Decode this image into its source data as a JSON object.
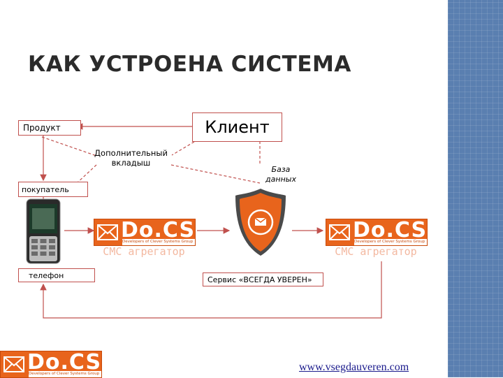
{
  "title": "КАК УСТРОЕНА СИСТЕМА",
  "nodes": {
    "client": "Клиент",
    "product": "Продукт",
    "buyer": "покупатель",
    "phone": "телефон",
    "insert": "Дополнительный вкладыш",
    "database": "База данных",
    "service": "Сервис «ВСЕГДА УВЕРЕН»"
  },
  "logos": {
    "brand": "Do.CS",
    "tagline": "Developers of Clever Systems Group",
    "sub": "СМС агрегатор"
  },
  "website": "www.vsegdauveren.com",
  "colors": {
    "accent": "#c0504d",
    "logo_orange": "#e8641c",
    "side_strip": "#5a7fb0",
    "shield_orange": "#e8641c"
  },
  "icons": [
    "envelope-icon",
    "mobile-phone-icon",
    "shield-icon"
  ]
}
